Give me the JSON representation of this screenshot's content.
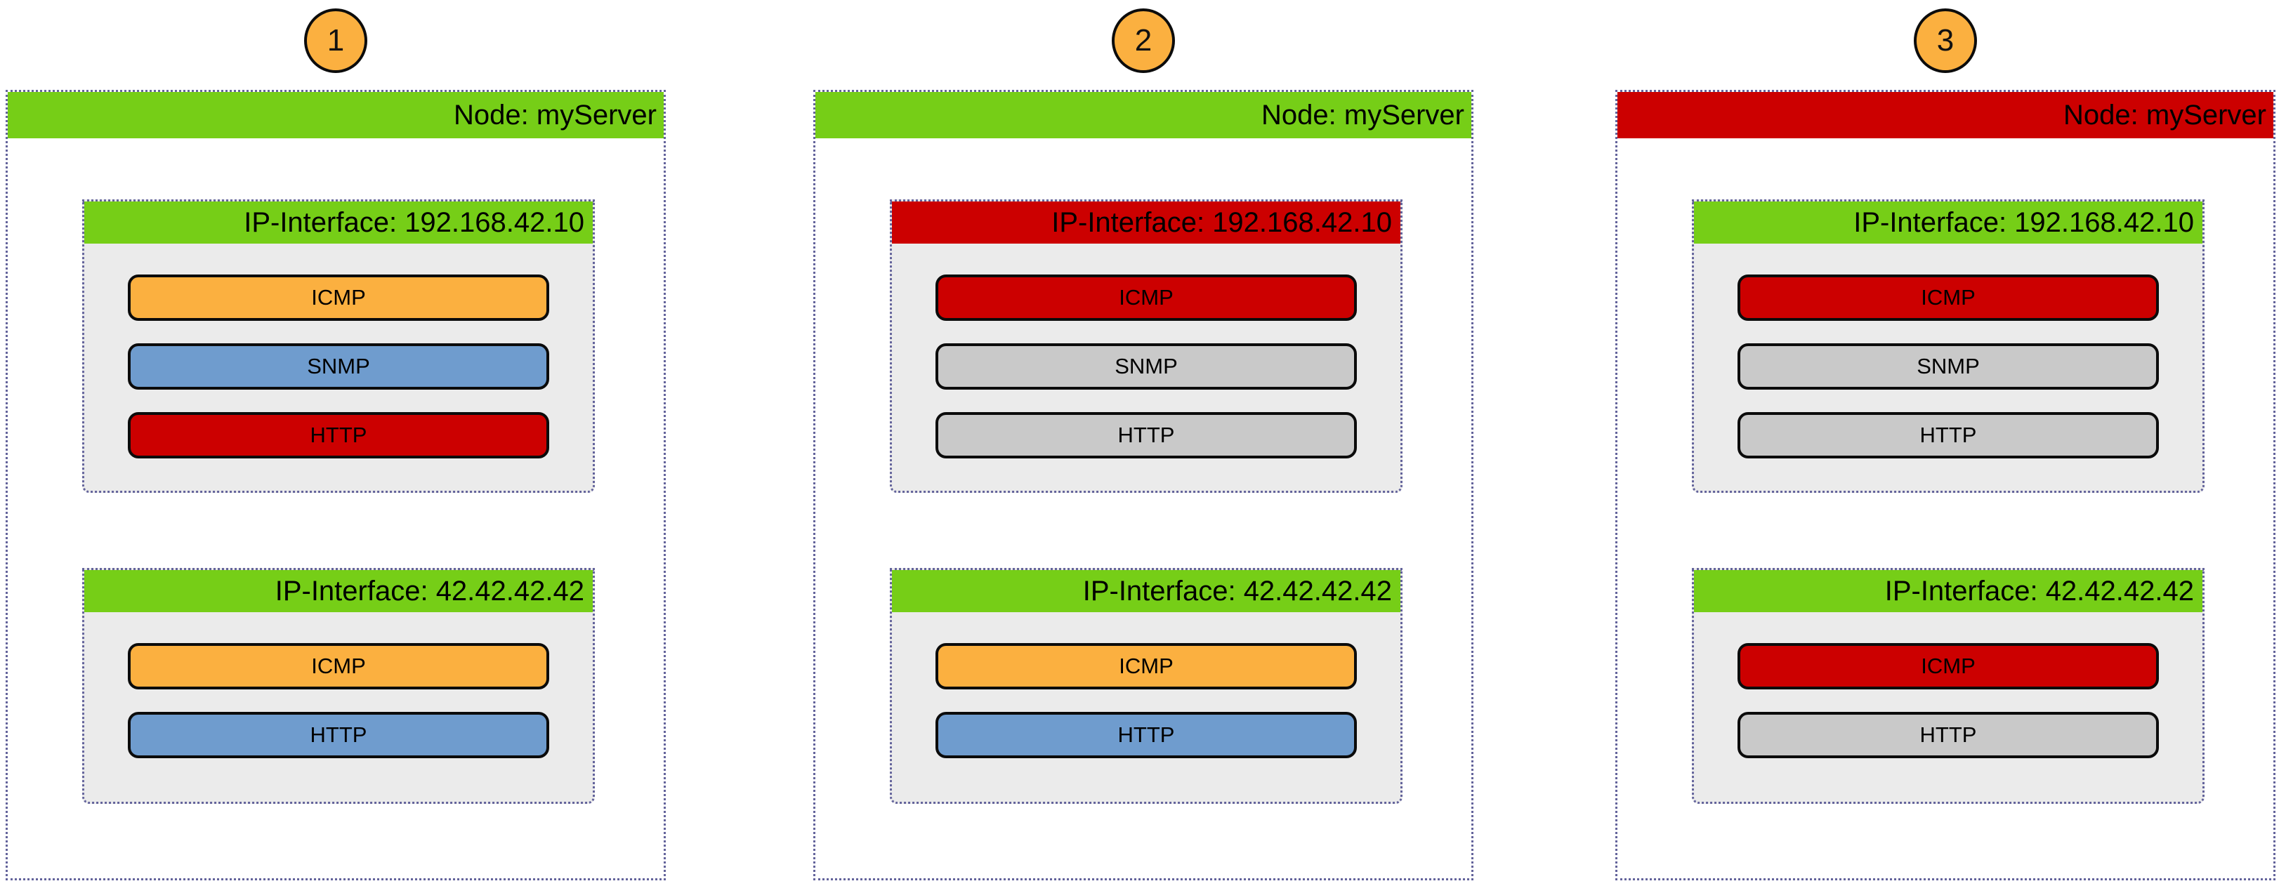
{
  "colors": {
    "green": "#76CE17",
    "red": "#CC0000",
    "orange": "#FBB040",
    "blue": "#6F9CCE",
    "gray": "#C9C9C9",
    "panelbody": "#EBEBEB",
    "dot": "#63639B"
  },
  "panels": [
    {
      "badge": "1",
      "node": {
        "label": "Node: myServer",
        "status": "green"
      },
      "interfaces": [
        {
          "label": "IP-Interface: 192.168.42.10",
          "status": "green",
          "services": [
            {
              "label": "ICMP",
              "status": "orange"
            },
            {
              "label": "SNMP",
              "status": "blue"
            },
            {
              "label": "HTTP",
              "status": "red"
            }
          ]
        },
        {
          "label": "IP-Interface: 42.42.42.42",
          "status": "green",
          "services": [
            {
              "label": "ICMP",
              "status": "orange"
            },
            {
              "label": "HTTP",
              "status": "blue"
            }
          ]
        }
      ]
    },
    {
      "badge": "2",
      "node": {
        "label": "Node: myServer",
        "status": "green"
      },
      "interfaces": [
        {
          "label": "IP-Interface: 192.168.42.10",
          "status": "red",
          "services": [
            {
              "label": "ICMP",
              "status": "red"
            },
            {
              "label": "SNMP",
              "status": "gray"
            },
            {
              "label": "HTTP",
              "status": "gray"
            }
          ]
        },
        {
          "label": "IP-Interface: 42.42.42.42",
          "status": "green",
          "services": [
            {
              "label": "ICMP",
              "status": "orange"
            },
            {
              "label": "HTTP",
              "status": "blue"
            }
          ]
        }
      ]
    },
    {
      "badge": "3",
      "node": {
        "label": "Node: myServer",
        "status": "red"
      },
      "interfaces": [
        {
          "label": "IP-Interface: 192.168.42.10",
          "status": "green",
          "services": [
            {
              "label": "ICMP",
              "status": "red"
            },
            {
              "label": "SNMP",
              "status": "gray"
            },
            {
              "label": "HTTP",
              "status": "gray"
            }
          ]
        },
        {
          "label": "IP-Interface: 42.42.42.42",
          "status": "green",
          "services": [
            {
              "label": "ICMP",
              "status": "red"
            },
            {
              "label": "HTTP",
              "status": "gray"
            }
          ]
        }
      ]
    }
  ]
}
